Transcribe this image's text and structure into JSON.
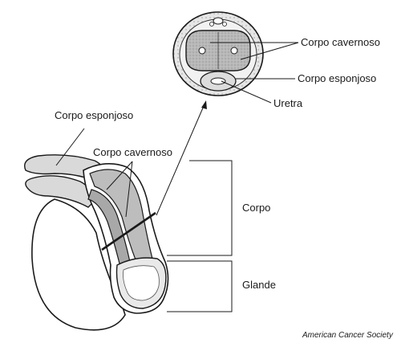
{
  "labels": {
    "corpo_cavernoso_top": "Corpo cavernoso",
    "corpo_esponjoso_right": "Corpo esponjoso",
    "uretra": "Uretra",
    "corpo_esponjoso_left": "Corpo esponjoso",
    "corpo_cavernoso_mid": "Corpo cavernoso",
    "corpo": "Corpo",
    "glande": "Glande"
  },
  "credit": "American Cancer Society",
  "colors": {
    "ink": "#1a1a1a",
    "tissue_gray": "#bdbdbd",
    "tissue_dark": "#a8a8a8",
    "skin": "#ffffff"
  }
}
